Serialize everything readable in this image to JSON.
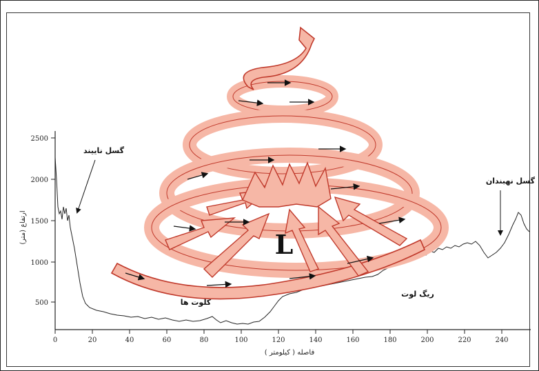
{
  "diagram": {
    "low_label": "L",
    "annotations": {
      "left_fault": "گسل ناییند",
      "right_fault": "گسل نهبندان",
      "lut_kaluts": "کلوت ها",
      "lut_sand": "ریگ لوت"
    },
    "axes": {
      "xlabel": "فاصله ( کیلومتر )",
      "ylabel": "ارتفاع (متر)",
      "x_ticks": [
        "0",
        "20",
        "40",
        "60",
        "80",
        "100",
        "120",
        "140",
        "160",
        "180",
        "200",
        "220",
        "240"
      ],
      "y_ticks": [
        "500",
        "1000",
        "1500",
        "2000",
        "2500"
      ]
    },
    "colors": {
      "ribbon_fill": "#f6b7a6",
      "ribbon_stroke": "#c0392b",
      "profile": "#222222"
    }
  }
}
